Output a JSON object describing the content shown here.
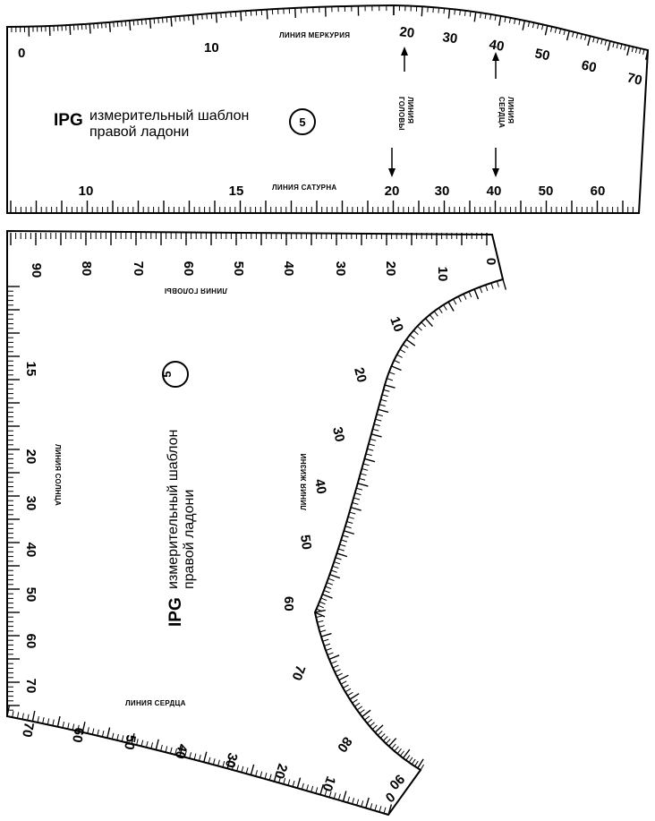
{
  "top_template": {
    "brand": "IPG",
    "title_line1": "измерительный шаблон",
    "title_line2": "правой ладони",
    "number": "5",
    "label_mercury": "ЛИНИЯ МЕРКУРИЯ",
    "label_saturn": "ЛИНИЯ САТУРНА",
    "label_head_line1": "ЛИНИЯ",
    "label_head_line2": "ГОЛОВЫ",
    "label_heart_line1": "ЛИНИЯ",
    "label_heart_line2": "СЕРДЦА",
    "top_scale_left": [
      "0",
      "10"
    ],
    "top_scale_right": [
      "20",
      "30",
      "40",
      "50",
      "60",
      "70"
    ],
    "bottom_scale": [
      "10",
      "15",
      "20",
      "30",
      "40",
      "50",
      "60"
    ]
  },
  "bottom_template": {
    "brand": "IPG",
    "title_line1": "измерительный шаблон",
    "title_line2": "правой ладони",
    "number": "5",
    "label_head": "ЛИНИЯ ГОЛОВЫ",
    "label_sun": "ЛИНИЯ СОЛНЦА",
    "label_life": "ЛИНИЯ ЖИЗНИ",
    "label_heart": "ЛИНИЯ СЕРДЦА",
    "top_scale": [
      "90",
      "80",
      "70",
      "60",
      "50",
      "40",
      "30",
      "20",
      "10",
      "0"
    ],
    "left_scale": [
      "15",
      "20",
      "30",
      "40",
      "50",
      "60",
      "70"
    ],
    "curve_scale": [
      "10",
      "20",
      "30",
      "40",
      "50",
      "60",
      "70",
      "80",
      "90",
      "0"
    ],
    "bottom_scale": [
      "70",
      "60",
      "50",
      "40",
      "30",
      "20",
      "10"
    ]
  }
}
